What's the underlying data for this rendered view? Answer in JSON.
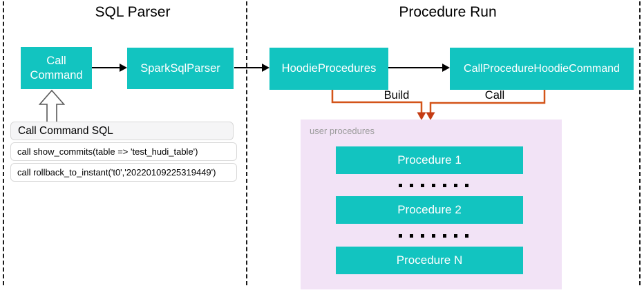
{
  "sections": {
    "sql_parser": {
      "title": "SQL Parser"
    },
    "procedure_run": {
      "title": "Procedure Run"
    }
  },
  "nodes": {
    "call_command": "Call Command",
    "spark_sql_parser": "SparkSqlParser",
    "hoodie_procedures": "HoodieProcedures",
    "call_procedure_hoodie_command": "CallProcedureHoodieCommand"
  },
  "edges": {
    "build_label": "Build",
    "call_label": "Call"
  },
  "sql_panel": {
    "header": "Call Command SQL",
    "rows": [
      "call show_commits(table => 'test_hudi_table')",
      "call rollback_to_instant('t0','20220109225319449')"
    ]
  },
  "user_procedures": {
    "label": "user procedures",
    "items": [
      "Procedure 1",
      "Procedure 2",
      "Procedure N"
    ]
  },
  "colors": {
    "node_teal": "#12C4C0",
    "connector_orange": "#D35419",
    "arrowhead_orange": "#C43C14",
    "panel_purple": "#F2E3F6",
    "label_gray": "#9B9B9B"
  }
}
